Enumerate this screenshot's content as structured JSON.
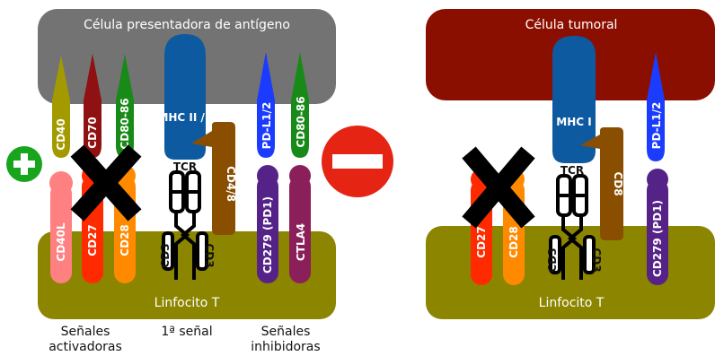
{
  "left_panel": {
    "apc_title": "Célula presentadora de antígeno",
    "lymph_title": "Linfocito T",
    "receptors": {
      "cd40": "CD40",
      "cd70": "CD70",
      "cd80_86_top": "CD80-86",
      "mhc": "MHC II / I",
      "pdl12": "PD-L1/2",
      "cd80_86_right": "CD80-86",
      "cd48": "CD4/8",
      "tcr": "TCR",
      "cd40l": "CD40L",
      "cd27": "CD27",
      "cd28": "CD28",
      "cd3_left": "CD3",
      "cd3_right": "CD3",
      "cd279": "CD279 (PD1)",
      "ctla4": "CTLA4"
    },
    "captions": {
      "activating_1": "Señales",
      "activating_2": "activadoras",
      "first_signal": "1ª señal",
      "inhibiting_1": "Señales",
      "inhibiting_2": "inhibidoras"
    }
  },
  "right_panel": {
    "tumor_title": "Célula tumoral",
    "lymph_title": "Linfocito T",
    "receptors": {
      "mhc": "MHC I",
      "pdl12": "PD-L1/2",
      "cd8": "CD8",
      "tcr": "TCR",
      "cd27": "CD27",
      "cd28": "CD28",
      "cd3_left": "CD3",
      "cd3_right": "CD3",
      "cd279": "CD279 (PD1)"
    }
  },
  "symbols": {
    "plus": "plus-icon",
    "minus": "minus-icon",
    "cross": "cross-icon"
  },
  "colors": {
    "apc": "#737373",
    "tumor": "#8b0f00",
    "lymph": "#8c8500",
    "olive": "#a39a00",
    "cd70": "#8f1111",
    "cd80": "#178a17",
    "mhc": "#0e5aa0",
    "pdl": "#1b3cff",
    "brown": "#8a4e00",
    "pink": "#ff8080",
    "red": "#ff2a00",
    "orange": "#ff8a00",
    "purple": "#552288",
    "ctla4": "#8a1f5a",
    "plus_green": "#19a41e",
    "minus_red": "#e52414"
  }
}
